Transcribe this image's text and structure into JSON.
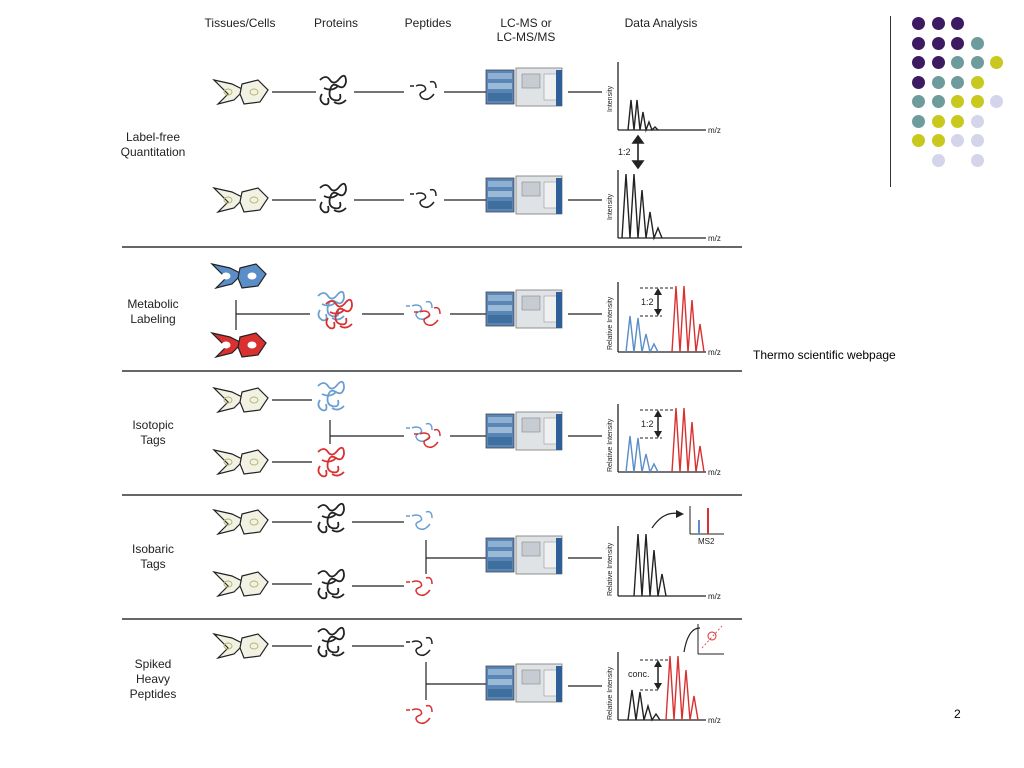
{
  "columns": [
    "Tissues/Cells",
    "Proteins",
    "Peptides",
    "LC-MS or\nLC-MS/MS",
    "Data Analysis"
  ],
  "rows": [
    {
      "label": "Label-free\nQuantitation"
    },
    {
      "label": "Metabolic\nLabeling"
    },
    {
      "label": "Isotopic\nTags"
    },
    {
      "label": "Isobaric\nTags"
    },
    {
      "label": "Spiked\nHeavy\nPeptides"
    }
  ],
  "plot_labels": {
    "mz": "m/z",
    "intensity": "Intensity",
    "relative_intensity": "Relative Intensity",
    "ratio": "1:2",
    "ms2": "MS2",
    "conc": "conc."
  },
  "caption": "Thermo scientific webpage",
  "slide_number": "2",
  "colors": {
    "purple": "#3d1b63",
    "teal": "#6e9b9b",
    "olive": "#c8c81e",
    "lavender": "#d4d4ea",
    "blue_label": "#5b8ec8",
    "red_label": "#d93030",
    "divider": "#333333"
  },
  "dot_grid": [
    [
      "purple",
      "purple",
      "purple",
      null,
      null
    ],
    [
      "purple",
      "purple",
      "purple",
      "teal",
      null
    ],
    [
      "purple",
      "purple",
      "teal",
      "teal",
      "olive"
    ],
    [
      "purple",
      "teal",
      "teal",
      "olive",
      null
    ],
    [
      "teal",
      "teal",
      "olive",
      "olive",
      "lavender"
    ],
    [
      "teal",
      "olive",
      "olive",
      "lavender",
      null
    ],
    [
      "olive",
      "olive",
      "lavender",
      "lavender",
      null
    ],
    [
      null,
      "lavender",
      null,
      "lavender",
      null
    ]
  ]
}
